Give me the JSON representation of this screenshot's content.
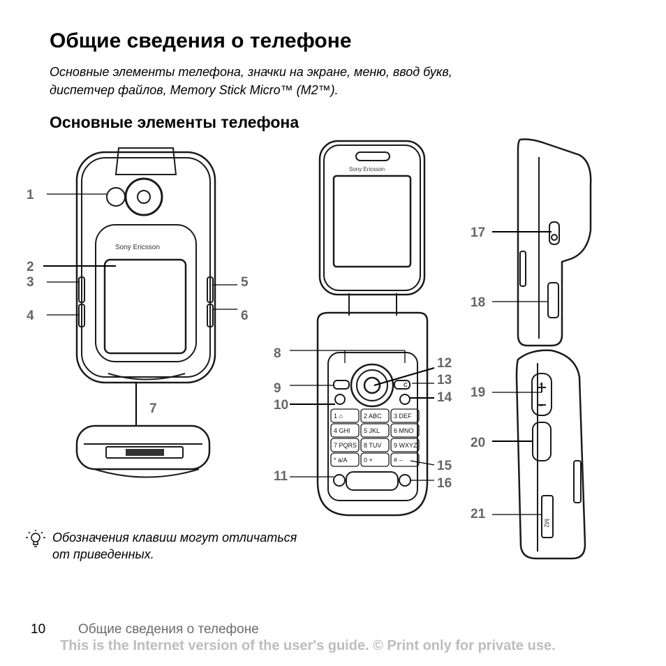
{
  "page": {
    "title": "Общие сведения о телефоне",
    "intro_line1": "Основные элементы телефона, значки на экране, меню, ввод букв,",
    "intro_line2": "диспетчер файлов, Memory Stick Micro™ (M2™).",
    "section_title": "Основные элементы телефона"
  },
  "figure": {
    "brand": "Sony Ericsson",
    "callouts": [
      "1",
      "2",
      "3",
      "4",
      "5",
      "6",
      "7",
      "8",
      "9",
      "10",
      "11",
      "12",
      "13",
      "14",
      "15",
      "16",
      "17",
      "18",
      "19",
      "20",
      "21"
    ],
    "keypad": [
      [
        "1 ⌂",
        "2 ABC",
        "3 DEF"
      ],
      [
        "4 GHI",
        "5 JKL",
        "6 MNO"
      ],
      [
        "7 PQRS",
        "8 TUV",
        "9 WXYZ"
      ],
      [
        "* a/A",
        "0 +",
        "# ⌣"
      ]
    ],
    "soft_c_label": "C",
    "plus_label": "+",
    "minus_label": "−",
    "slot_label": "M2"
  },
  "note": {
    "icon": "tip-lightbulb-icon",
    "line1": "Обозначения клавиш могут отличаться",
    "line2": "от приведенных."
  },
  "footer": {
    "page_number": "10",
    "section": "Общие сведения о телефоне",
    "disclaimer": "This is the Internet version of the user's guide. © Print only for private use."
  }
}
